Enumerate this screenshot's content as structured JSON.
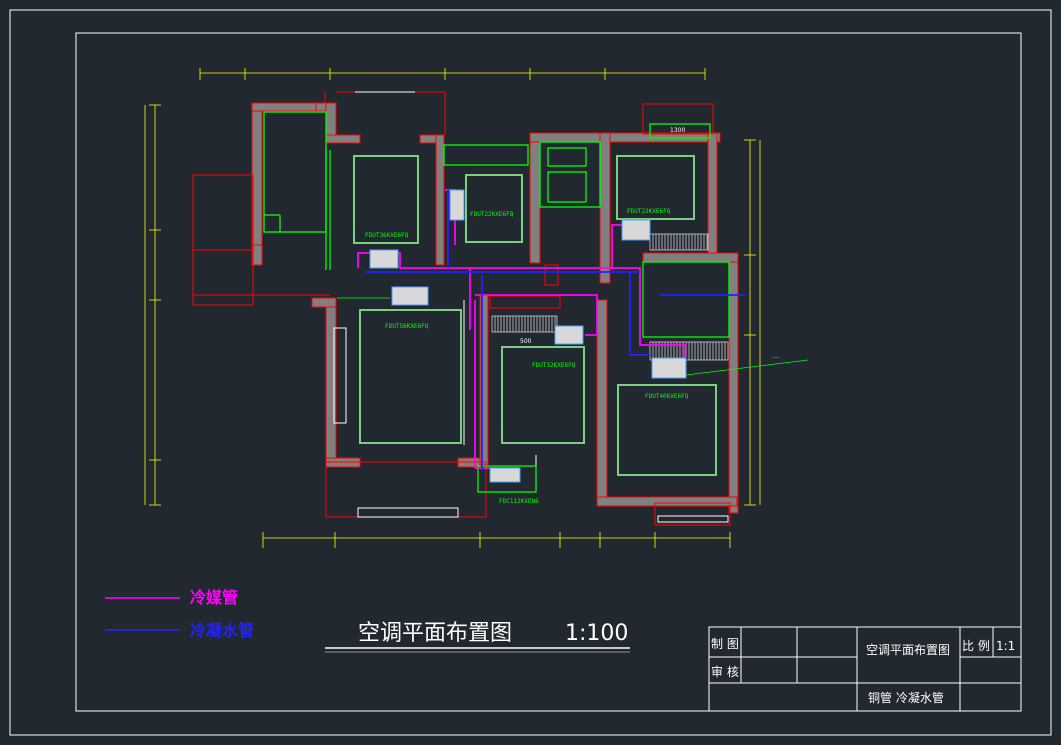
{
  "colors": {
    "background": "#212830",
    "wall_fill": "#808080",
    "wall_outline": "#ff0000",
    "equipment": "#00ff00",
    "dimension": "#ffff00",
    "refrigerant_pipe": "#ff00ff",
    "condensate_pipe": "#2222ff"
  },
  "drawing": {
    "title": "空调平面布置图",
    "scale": "1:100"
  },
  "legend": {
    "refrigerant_label": "冷媒管",
    "condensate_label": "冷凝水管"
  },
  "units": {
    "u1": "FDUT36KXE6FQ",
    "u2": "FDUT22KXE6FQ",
    "u3": "FDUT22KXE6FQ",
    "u4": "FDUT56KXE6FQ",
    "u5": "FDUT32KXE6FQ",
    "u6": "FDUT40KXE6FQ",
    "outdoor": "FDC112KXEN6"
  },
  "annotations": {
    "dim_1300": "1300",
    "dim_500": "500"
  },
  "title_block": {
    "drawn_label": "制 图",
    "check_label": "审 核",
    "drawing_name": "空调平面布置图",
    "scale_label": "比 例",
    "scale_value": "1:1",
    "notes": "铜管 冷凝水管"
  }
}
